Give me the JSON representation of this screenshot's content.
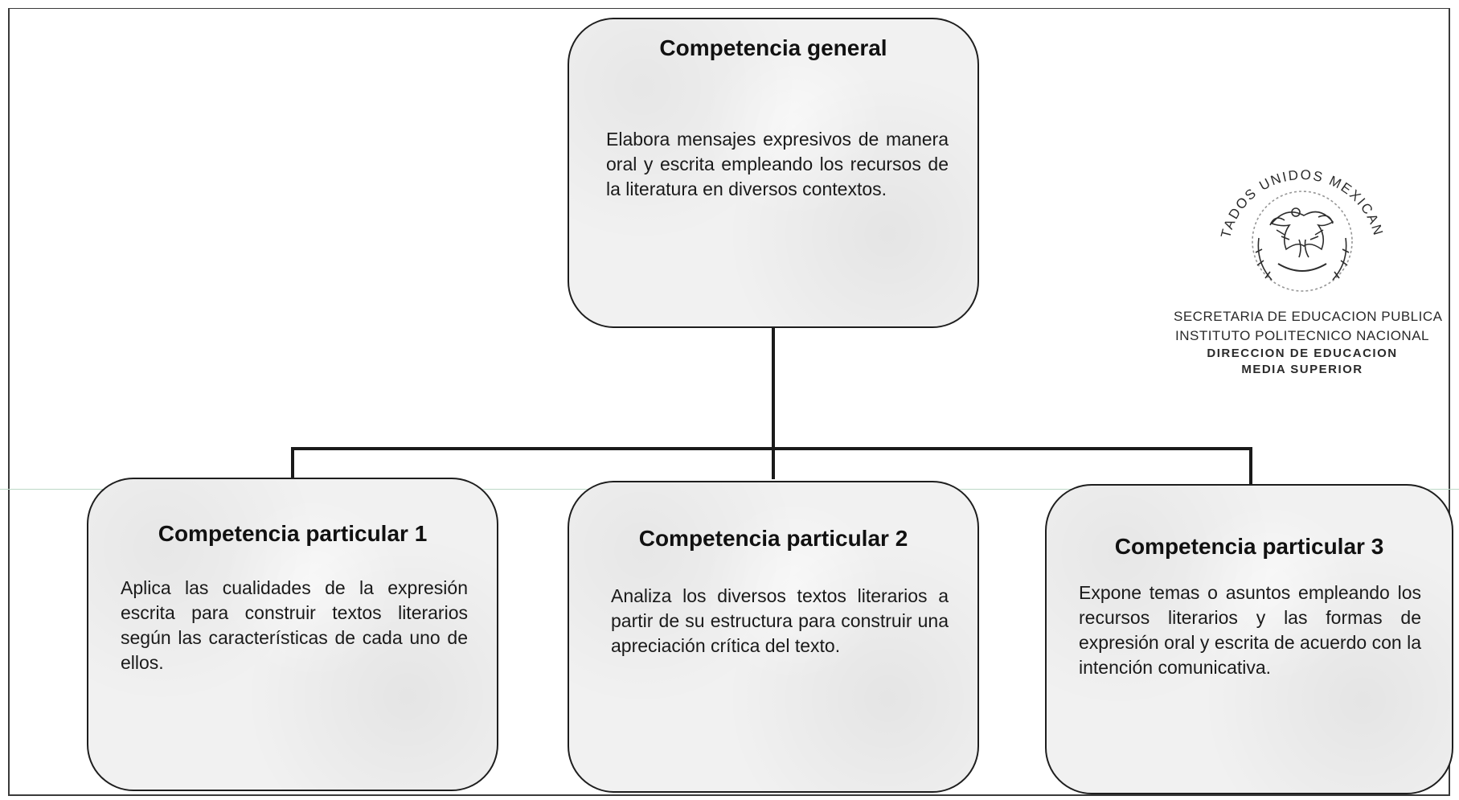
{
  "general": {
    "title": "Competencia general",
    "text": "Elabora mensajes expresivos de manera oral y escrita empleando los recursos de la literatura en diversos contextos."
  },
  "particulars": [
    {
      "title": "Competencia particular 1",
      "text": "Aplica las cualidades de la expresión escrita para construir textos literarios según las características de cada uno de ellos."
    },
    {
      "title": "Competencia particular 2",
      "text": "Analiza los diversos textos literarios a partir de su estructura para construir una apreciación crítica del texto."
    },
    {
      "title": "Competencia particular 3",
      "text": "Expone temas o asuntos empleando los recursos literarios y las formas de expresión oral y escrita de acuerdo con la intención comunicativa."
    }
  ],
  "seal": {
    "ring_text": "ESTADOS UNIDOS MEXICANOS",
    "caption": [
      "SECRETARIA DE EDUCACION PUBLICA",
      "INSTITUTO POLITECNICO NACIONAL",
      "DIRECCION DE EDUCACION",
      "MEDIA SUPERIOR"
    ]
  }
}
